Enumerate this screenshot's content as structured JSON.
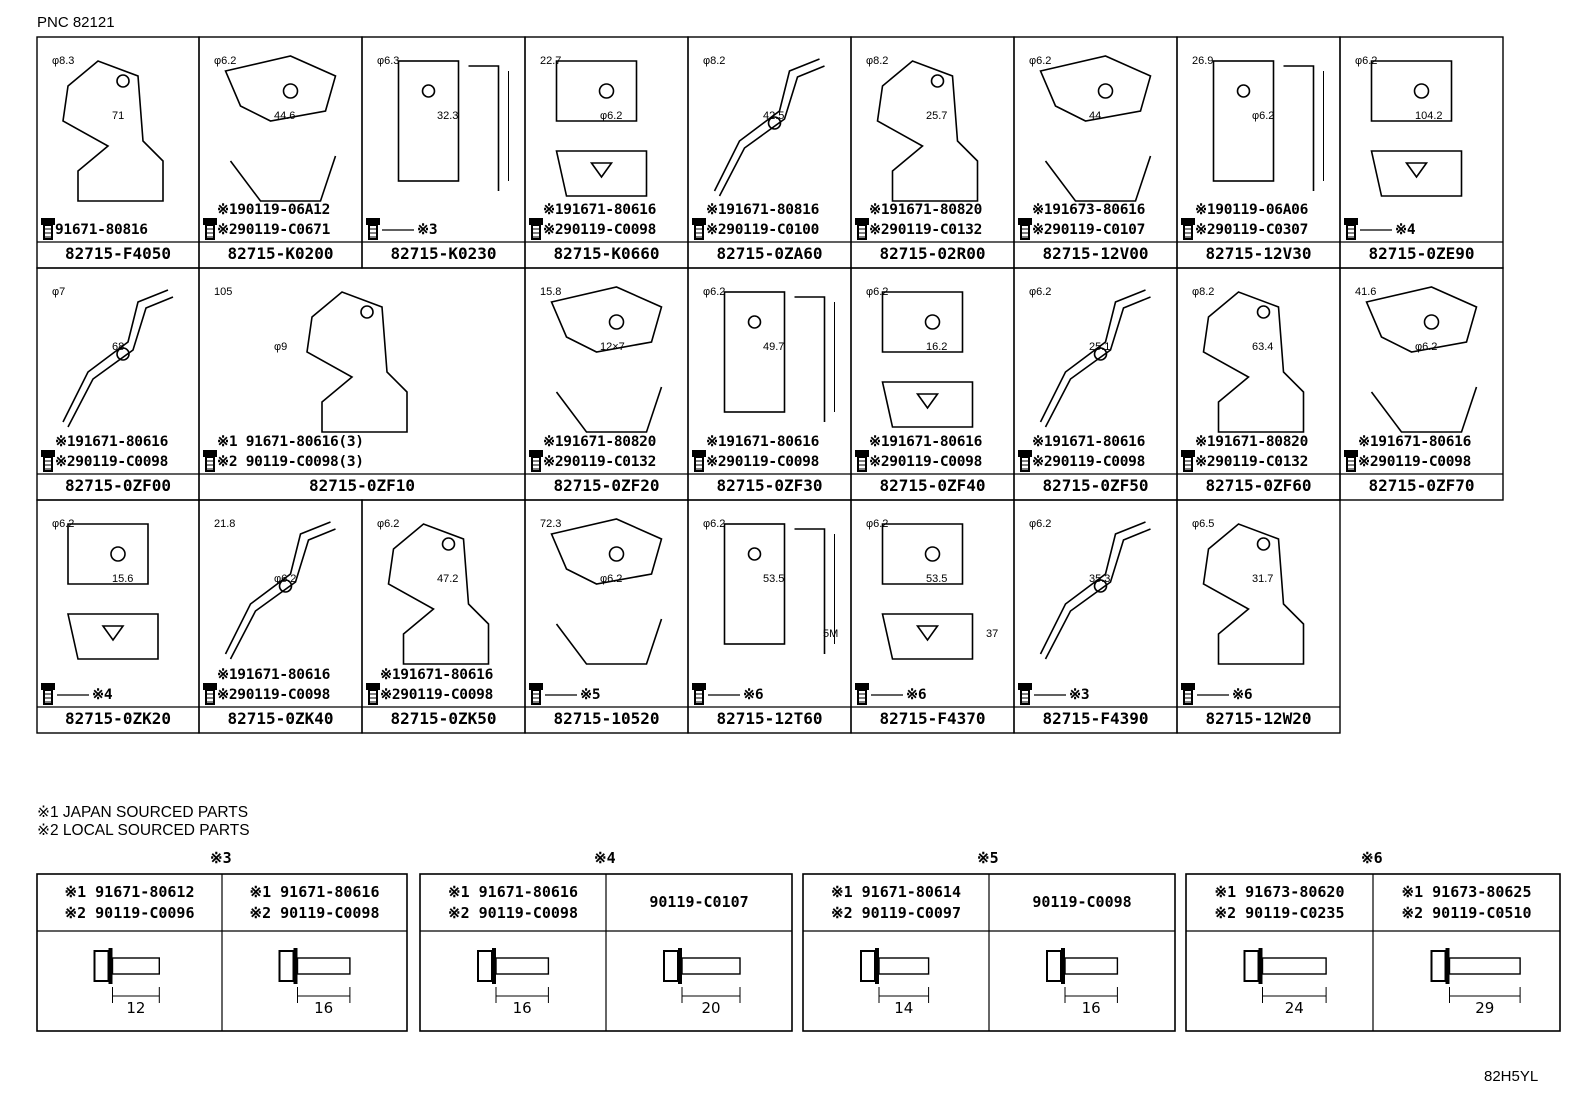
{
  "header": {
    "pnc": "PNC 82121"
  },
  "parts_row1": [
    {
      "number": "82715-F4050",
      "fasteners": [
        "91671-80816"
      ],
      "dims": [
        "φ8.3",
        "71"
      ]
    },
    {
      "number": "82715-K0200",
      "fasteners": [
        "※190119-06A12",
        "※290119-C0671"
      ],
      "dims": [
        "φ6.2",
        "44.6"
      ]
    },
    {
      "number": "82715-K0230",
      "fasteners": [
        "※3"
      ],
      "dims": [
        "φ6.3",
        "32.3"
      ]
    },
    {
      "number": "82715-K0660",
      "fasteners": [
        "※191671-80616",
        "※290119-C0098"
      ],
      "dims": [
        "22.7",
        "φ6.2"
      ]
    },
    {
      "number": "82715-0ZA60",
      "fasteners": [
        "※191671-80816",
        "※290119-C0100"
      ],
      "dims": [
        "φ8.2",
        "42.5"
      ]
    },
    {
      "number": "82715-02R00",
      "fasteners": [
        "※191671-80820",
        "※290119-C0132"
      ],
      "dims": [
        "φ8.2",
        "25.7"
      ]
    },
    {
      "number": "82715-12V00",
      "fasteners": [
        "※191673-80616",
        "※290119-C0107"
      ],
      "dims": [
        "φ6.2",
        "44"
      ]
    },
    {
      "number": "82715-12V30",
      "fasteners": [
        "※190119-06A06",
        "※290119-C0307"
      ],
      "dims": [
        "26.9",
        "φ6.2"
      ]
    },
    {
      "number": "82715-0ZE90",
      "fasteners": [
        "※4"
      ],
      "dims": [
        "φ6.2",
        "104.2"
      ]
    }
  ],
  "parts_row2": [
    {
      "number": "82715-0ZF00",
      "fasteners": [
        "※191671-80616",
        "※290119-C0098"
      ],
      "dims": [
        "φ7",
        "68"
      ]
    },
    {
      "number": "82715-0ZF10",
      "fasteners": [
        "※1 91671-80616(3)",
        "※2 90119-C0098(3)"
      ],
      "dims": [
        "105",
        "φ9"
      ]
    },
    {
      "number": "82715-0ZF20",
      "fasteners": [
        "※191671-80820",
        "※290119-C0132"
      ],
      "dims": [
        "15.8",
        "12×7"
      ]
    },
    {
      "number": "82715-0ZF30",
      "fasteners": [
        "※191671-80616",
        "※290119-C0098"
      ],
      "dims": [
        "φ6.2",
        "49.7"
      ]
    },
    {
      "number": "82715-0ZF40",
      "fasteners": [
        "※191671-80616",
        "※290119-C0098"
      ],
      "dims": [
        "φ6.2",
        "16.2"
      ]
    },
    {
      "number": "82715-0ZF50",
      "fasteners": [
        "※191671-80616",
        "※290119-C0098"
      ],
      "dims": [
        "φ6.2",
        "25.1"
      ]
    },
    {
      "number": "82715-0ZF60",
      "fasteners": [
        "※191671-80820",
        "※290119-C0132"
      ],
      "dims": [
        "φ8.2",
        "63.4"
      ]
    },
    {
      "number": "82715-0ZF70",
      "fasteners": [
        "※191671-80616",
        "※290119-C0098"
      ],
      "dims": [
        "41.6",
        "φ6.2"
      ]
    }
  ],
  "parts_row3": [
    {
      "number": "82715-0ZK20",
      "fasteners": [
        "※4"
      ],
      "dims": [
        "φ6.2",
        "15.6"
      ]
    },
    {
      "number": "82715-0ZK40",
      "fasteners": [
        "※191671-80616",
        "※290119-C0098"
      ],
      "dims": [
        "21.8",
        "φ6.2"
      ]
    },
    {
      "number": "82715-0ZK50",
      "fasteners": [
        "※191671-80616",
        "※290119-C0098"
      ],
      "dims": [
        "φ6.2",
        "47.2"
      ]
    },
    {
      "number": "82715-10520",
      "fasteners": [
        "※5"
      ],
      "dims": [
        "72.3",
        "φ6.2"
      ]
    },
    {
      "number": "82715-12T60",
      "fasteners": [
        "※6"
      ],
      "dims": [
        "φ6.2",
        "53.5",
        "5M"
      ]
    },
    {
      "number": "82715-F4370",
      "fasteners": [
        "※6"
      ],
      "dims": [
        "φ6.2",
        "53.5",
        "37"
      ]
    },
    {
      "number": "82715-F4390",
      "fasteners": [
        "※3"
      ],
      "dims": [
        "φ6.2",
        "35.3"
      ]
    },
    {
      "number": "82715-12W20",
      "fasteners": [
        "※6"
      ],
      "dims": [
        "φ6.5",
        "31.7"
      ]
    }
  ],
  "notes": [
    "※1 JAPAN SOURCED PARTS",
    "※2 LOCAL SOURCED PARTS"
  ],
  "bolt_groups": [
    {
      "title": "※3",
      "cells": [
        {
          "lines": [
            "※1 91671-80612",
            "※2 90119-C0096"
          ],
          "length": "12"
        },
        {
          "lines": [
            "※1 91671-80616",
            "※2 90119-C0098"
          ],
          "length": "16"
        }
      ]
    },
    {
      "title": "※4",
      "cells": [
        {
          "lines": [
            "※1 91671-80616",
            "※2 90119-C0098"
          ],
          "length": "16"
        },
        {
          "lines": [
            "90119-C0107"
          ],
          "length": "20"
        }
      ]
    },
    {
      "title": "※5",
      "cells": [
        {
          "lines": [
            "※1 91671-80614",
            "※2 90119-C0097"
          ],
          "length": "14"
        },
        {
          "lines": [
            "90119-C0098"
          ],
          "length": "16"
        }
      ]
    },
    {
      "title": "※6",
      "cells": [
        {
          "lines": [
            "※1 91673-80620",
            "※2 90119-C0235"
          ],
          "length": "24"
        },
        {
          "lines": [
            "※1 91673-80625",
            "※2 90119-C0510"
          ],
          "length": "29"
        }
      ]
    }
  ],
  "footer": {
    "ref": "82H5YL"
  }
}
